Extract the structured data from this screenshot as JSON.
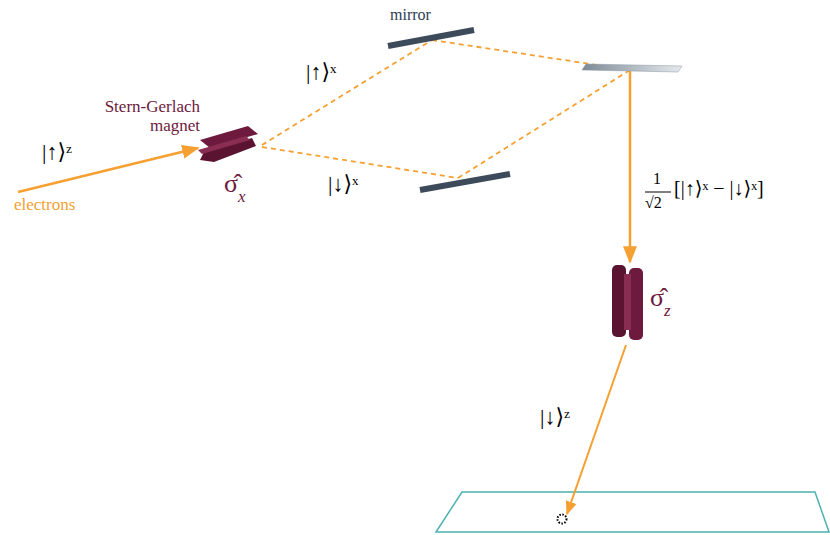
{
  "diagram": {
    "labels": [
      "mirror",
      "|↑⟩ᶻ",
      "electrons",
      "Stern-Gerlach magnet",
      "|↑⟩ˣ",
      "σ̂",
      "x",
      "|↓⟩ˣ",
      "1",
      "√2",
      "[|↑⟩ˣ − |↓⟩ˣ]",
      "σ̂",
      "z",
      "|↓⟩ᶻ"
    ]
  }
}
